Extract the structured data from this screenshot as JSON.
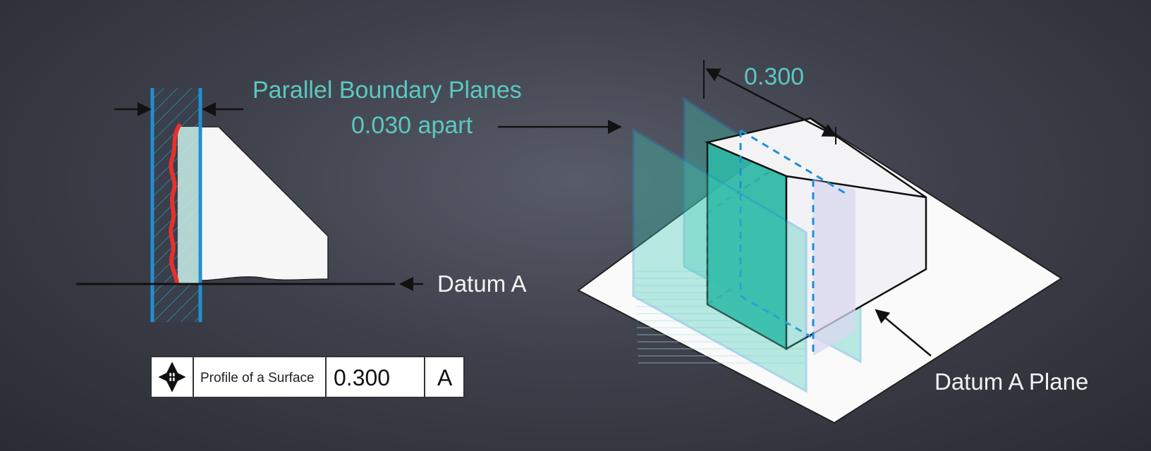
{
  "labels": {
    "boundary_line1": "Parallel Boundary Planes",
    "boundary_line2": "0.030 apart",
    "dimension": "0.300",
    "datum_a": "Datum A",
    "datum_a_plane": "Datum A Plane"
  },
  "feature_control_frame": {
    "symbol": "profile-of-a-surface-icon",
    "characteristic": "Profile of a Surface",
    "tolerance": "0.300",
    "datum": "A"
  },
  "colors": {
    "boundary_blue": "#1f8fd6",
    "profile_red": "#e8302a",
    "label_teal": "#5bc8c2",
    "plane_teal": "#3ec9b4"
  }
}
